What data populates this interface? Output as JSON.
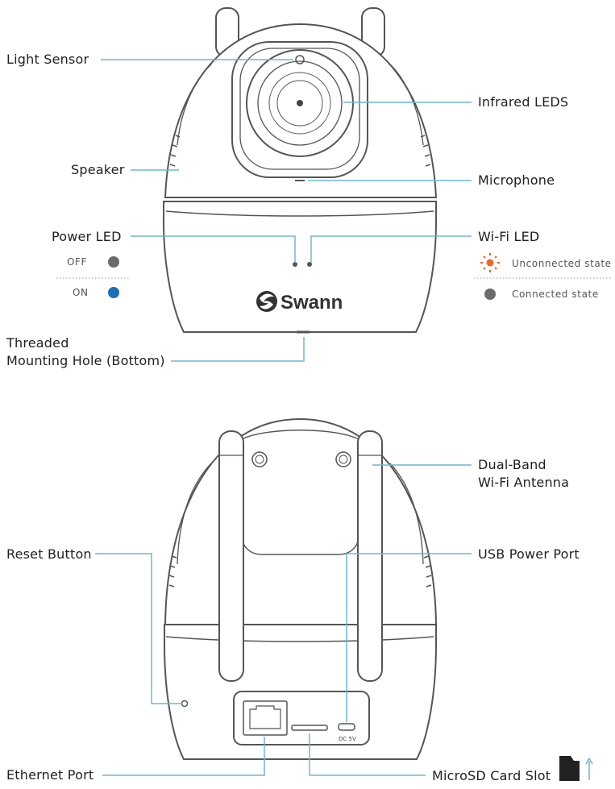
{
  "front": {
    "light_sensor": "Light Sensor",
    "infrared_leds": "Infrared LEDS",
    "speaker": "Speaker",
    "microphone": "Microphone",
    "power_led": "Power LED",
    "wifi_led": "Wi-Fi LED",
    "off": "OFF",
    "on": "ON",
    "unconnected": "Unconnected state",
    "connected": "Connected state",
    "mount_1": "Threaded",
    "mount_2": "Mounting Hole (Bottom)",
    "brand": "Swann"
  },
  "back": {
    "antenna_1": "Dual-Band",
    "antenna_2": "Wi-Fi Antenna",
    "reset": "Reset Button",
    "usb": "USB Power Port",
    "ethernet": "Ethernet Port",
    "microsd": "MicroSD Card Slot",
    "dc_label": "DC 5V"
  },
  "colors": {
    "leader": "#6fb6d8",
    "outline": "#555555",
    "off_dot": "#6b6b6b",
    "on_dot": "#1a6fb5",
    "unconnected_icon": "#f26522",
    "connected_dot": "#6b6b6b"
  }
}
